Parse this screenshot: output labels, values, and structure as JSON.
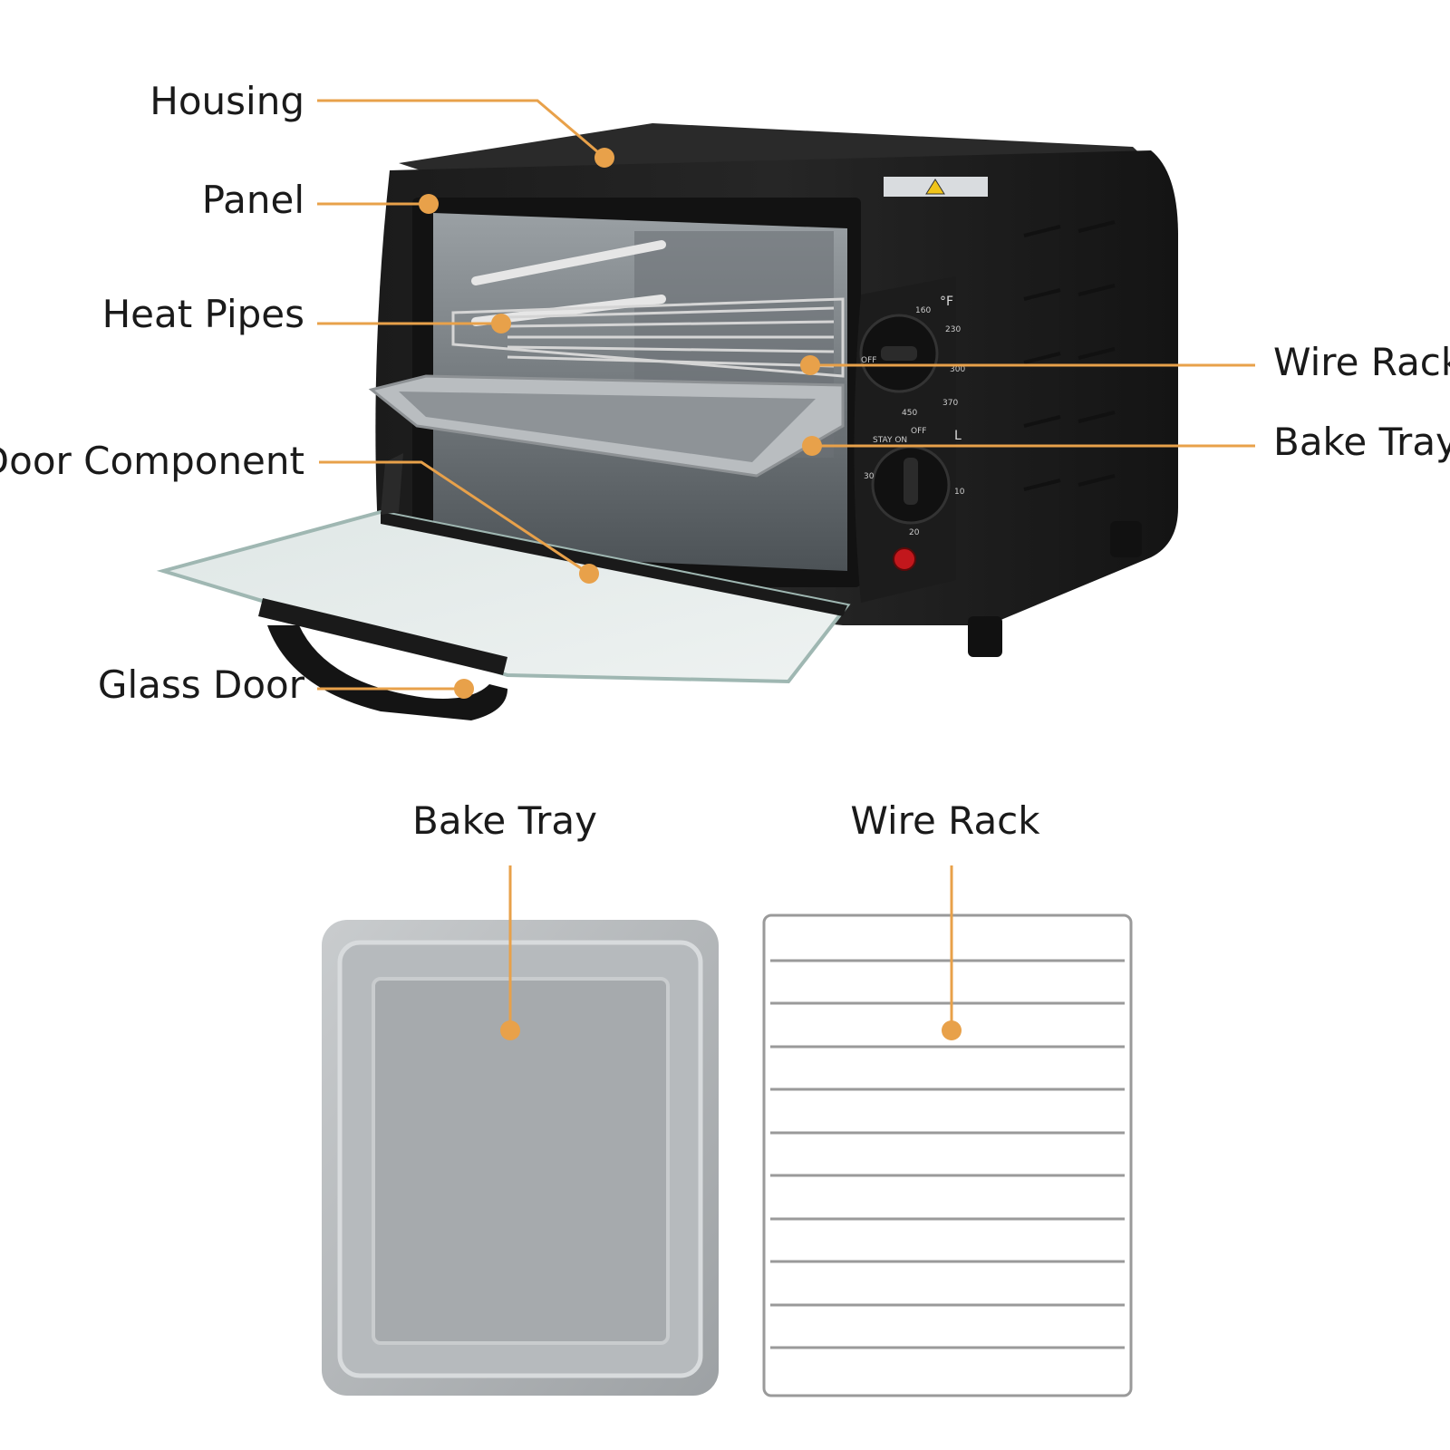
{
  "accent_color": "#e8a14a",
  "oven_labels": {
    "housing": "Housing",
    "panel": "Panel",
    "heat_pipes": "Heat Pipes",
    "door_component": "Door Component",
    "glass_door": "Glass Door",
    "wire_rack": "Wire Rack",
    "bake_tray": "Bake Tray"
  },
  "accessory_labels": {
    "bake_tray": "Bake Tray",
    "wire_rack": "Wire Rack"
  },
  "dial_marks": {
    "temp_unit": "°F",
    "temp_ticks": [
      "160",
      "230",
      "300",
      "370",
      "450",
      "OFF"
    ],
    "timer_unit": "L",
    "timer_ticks": [
      "STAY ON",
      "OFF",
      "10",
      "20",
      "30"
    ]
  },
  "icons": [
    "warning-label-icon",
    "power-indicator-icon"
  ]
}
